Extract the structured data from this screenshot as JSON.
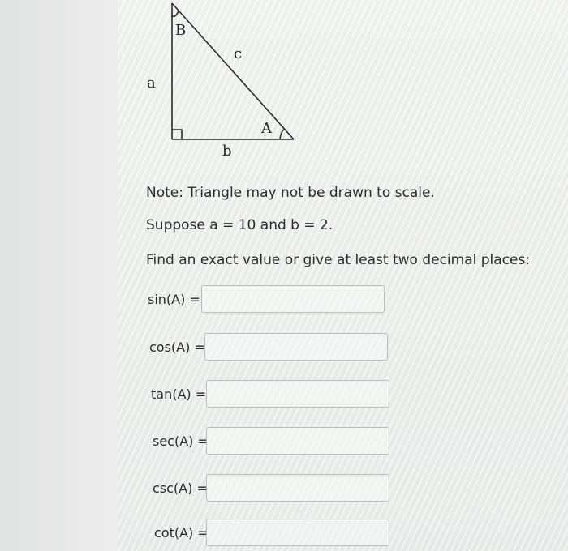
{
  "triangle": {
    "vertex_b": "B",
    "vertex_a": "A",
    "side_a": "a",
    "side_b": "b",
    "side_c": "c"
  },
  "note": "Note: Triangle may not be drawn to scale.",
  "given": "Suppose a = 10 and b = 2.",
  "instruction": "Find an exact value or give at least two decimal places:",
  "answers": [
    {
      "label": "sin(A) =",
      "value": ""
    },
    {
      "label": "cos(A) =",
      "value": ""
    },
    {
      "label": "tan(A) =",
      "value": ""
    },
    {
      "label": "sec(A) =",
      "value": ""
    },
    {
      "label": "csc(A) =",
      "value": ""
    },
    {
      "label": "cot(A) =",
      "value": ""
    }
  ]
}
